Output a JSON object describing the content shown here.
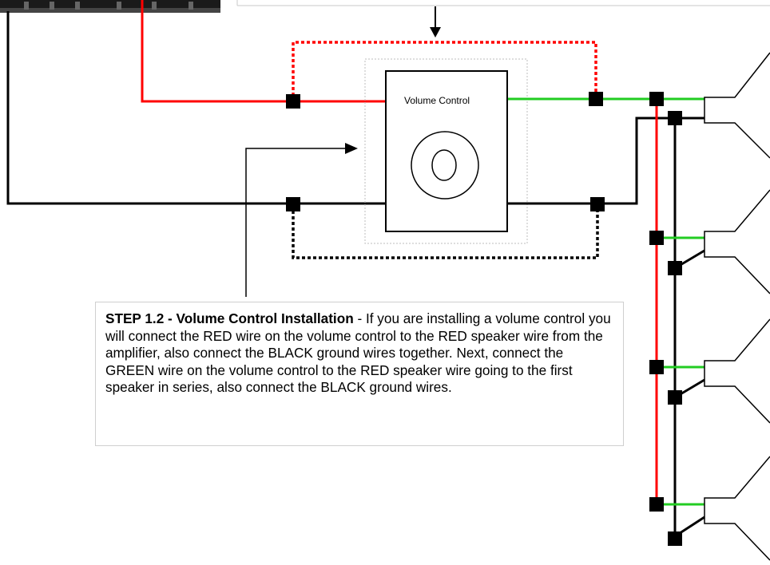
{
  "volume_control": {
    "label": "Volume Control"
  },
  "callout": {
    "step_title": "STEP 1.2 - Volume Control Installation",
    "body": " - If you are installing a volume control you will connect the RED wire on the volume control to the RED speaker wire from the amplifier, also connect the BLACK ground wires together. Next, connect the GREEN wire on the volume control to the RED speaker wire going to the first speaker in series, also connect the BLACK ground wires."
  },
  "colors": {
    "red_wire": "#ff0000",
    "black_wire": "#000000",
    "green_wire": "#22cc22",
    "connector": "#000000",
    "amplifier": "#111111",
    "frame_border": "#c8c8c8"
  }
}
